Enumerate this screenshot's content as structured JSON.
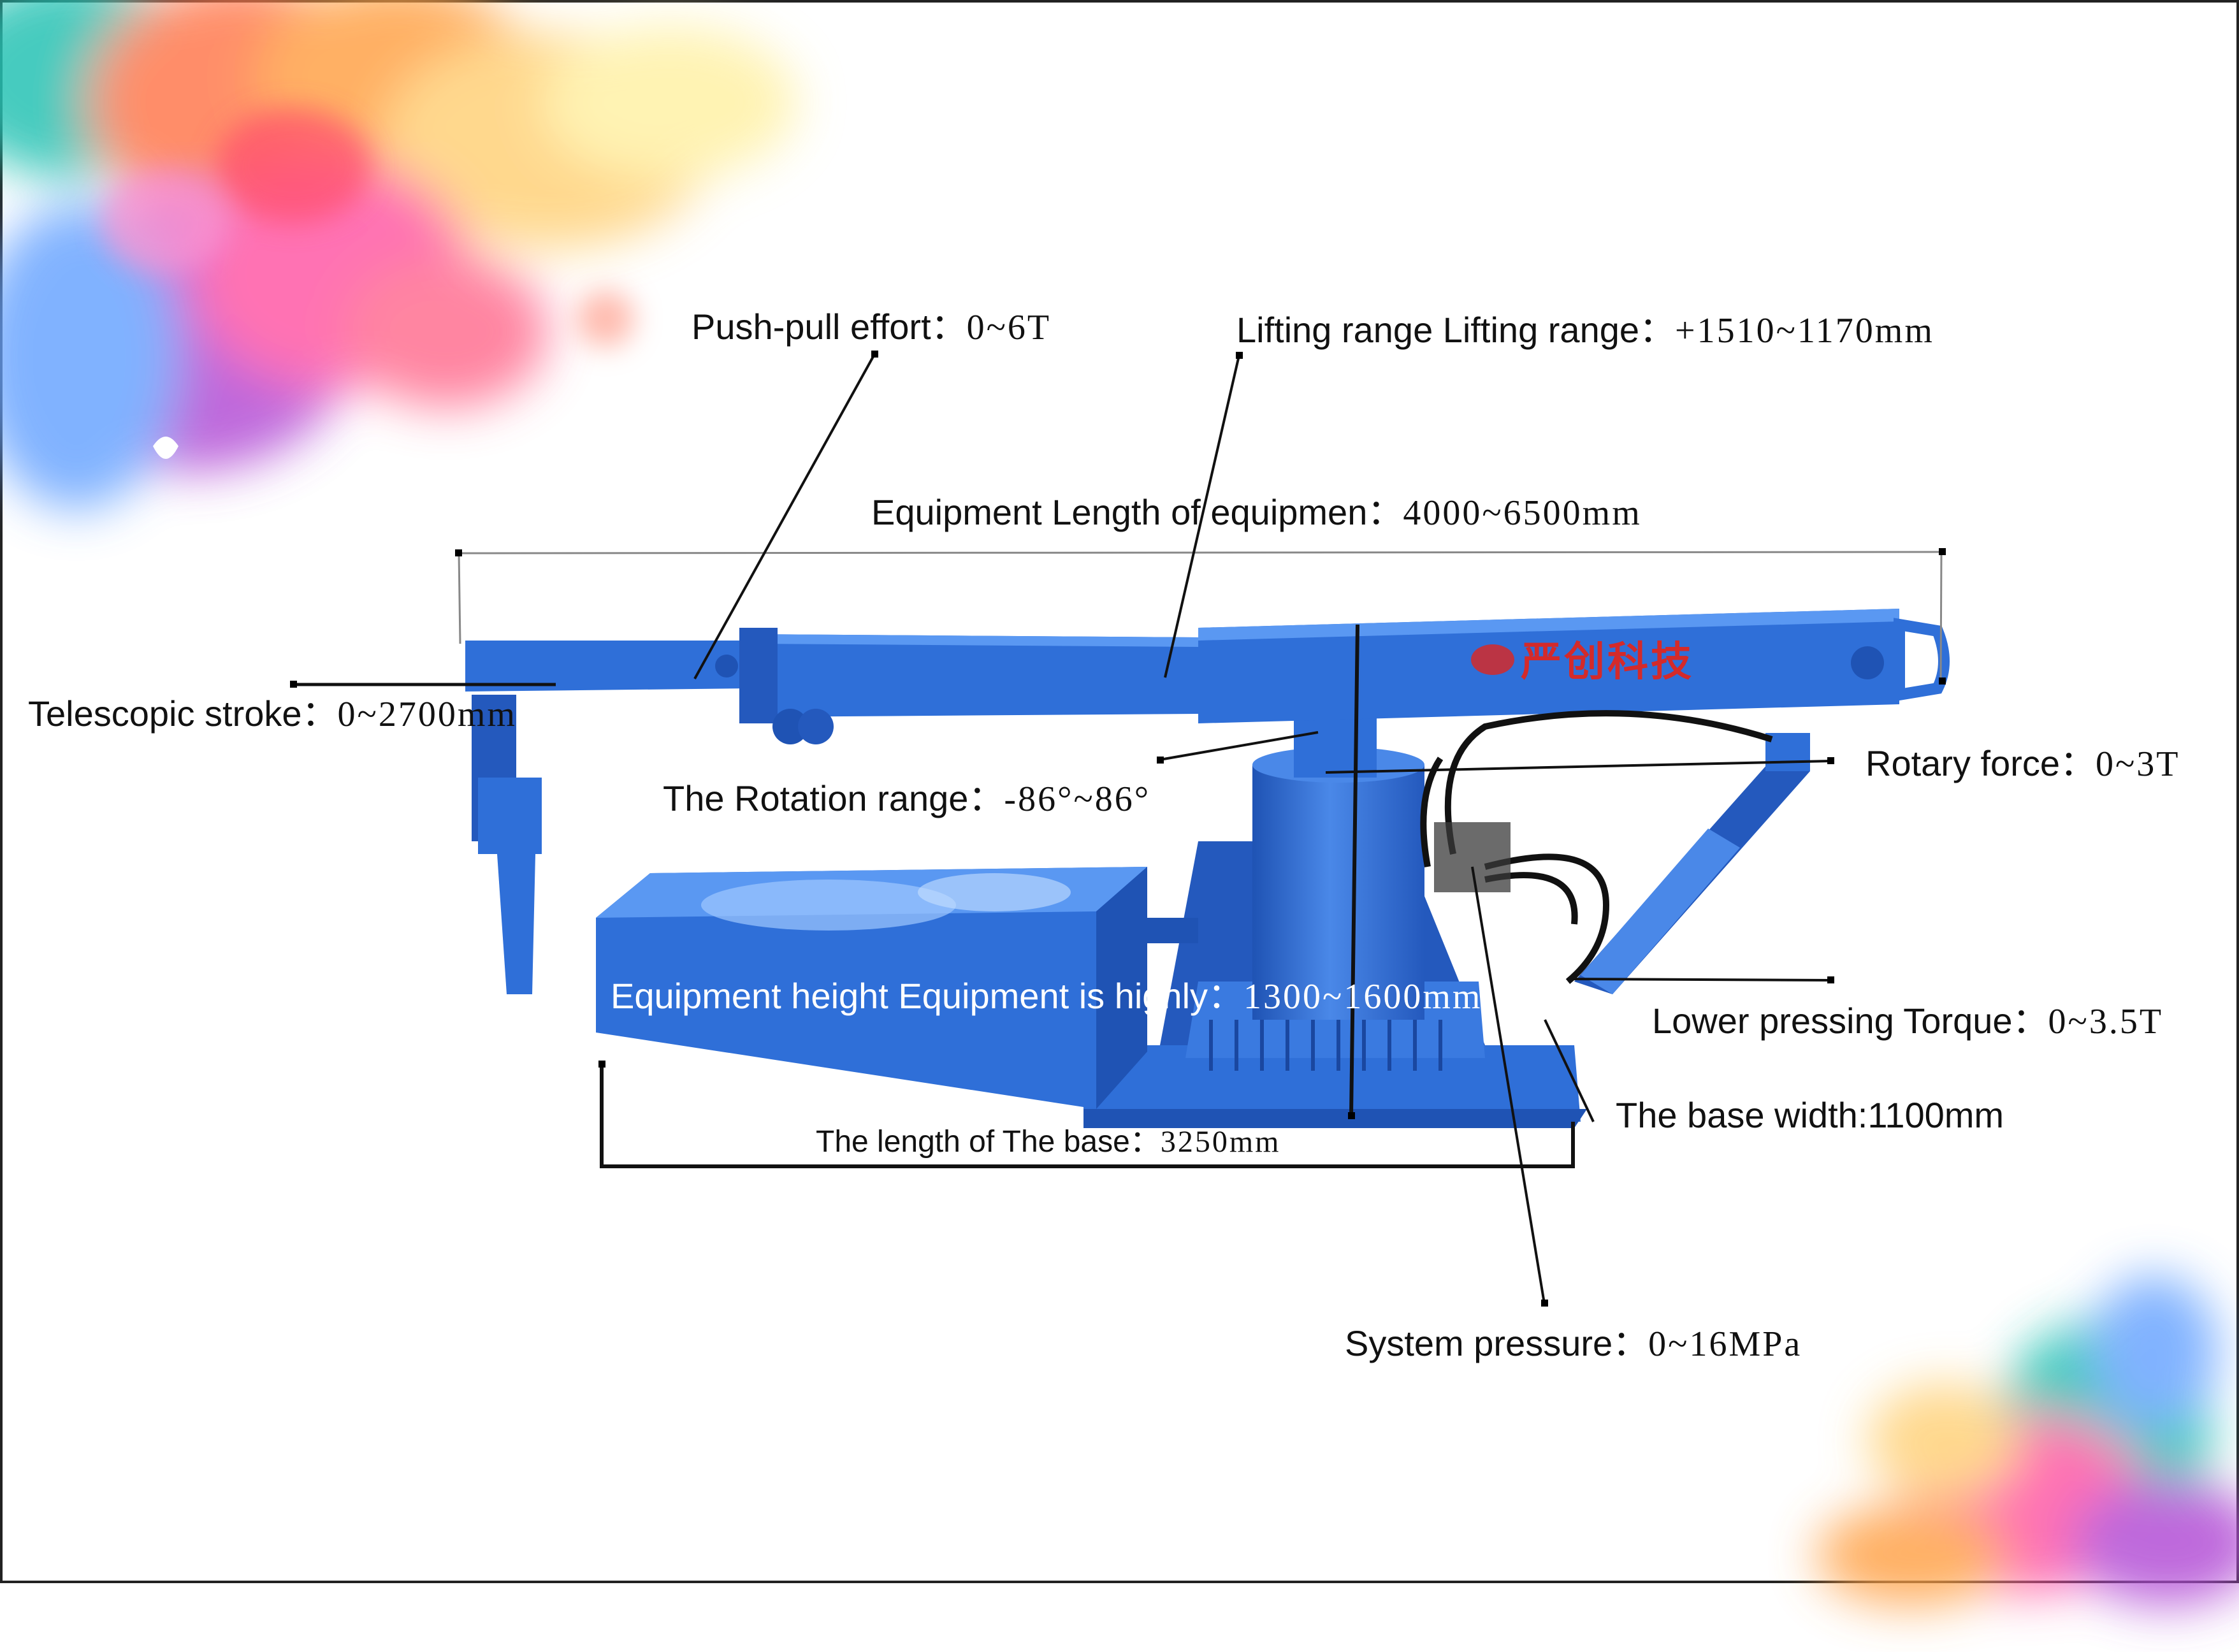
{
  "colors": {
    "machine": "#2f6fd8",
    "machine_dark": "#1f53b4",
    "machine_light": "#4a88e8",
    "leader": "#111111",
    "logo": "#d42a2a"
  },
  "labels": {
    "push_pull": {
      "text": "Push-pull effort：",
      "value": "0~6T"
    },
    "lifting": {
      "text": "Lifting range Lifting range：",
      "value": "+1510~1170mm"
    },
    "length": {
      "text": "Equipment Length of equipmen：",
      "value": "4000~6500mm"
    },
    "telescopic": {
      "text": "Telescopic stroke：",
      "value": "0~2700mm"
    },
    "rotation": {
      "text": "The Rotation range：",
      "value": "-86°~86°"
    },
    "rotary_force": {
      "text": "Rotary force：",
      "value": "0~3T"
    },
    "height": {
      "text": "Equipment height Equipment is highly：",
      "value": "1300~1600mm"
    },
    "lower_pressing": {
      "text": "Lower pressing Torque：",
      "value": "0~3.5T"
    },
    "base_width": {
      "text": "The base width:1100mm"
    },
    "base_length": {
      "text": "The length of The base：",
      "value": "3250mm"
    },
    "system_pressure": {
      "text": "System pressure：",
      "value": "0~16MPa"
    }
  },
  "logo": {
    "text": "严创科技"
  }
}
